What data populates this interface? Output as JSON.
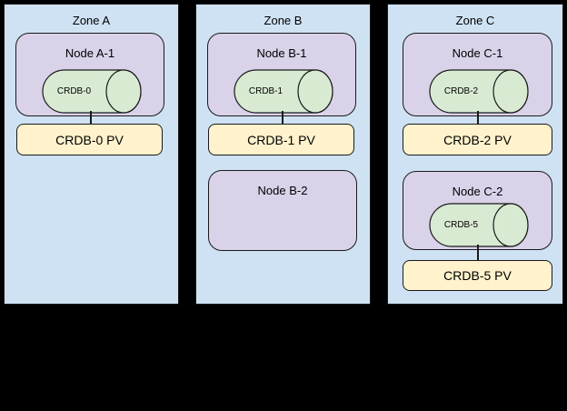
{
  "colors": {
    "background": "#000000",
    "zone_fill": "#cfe2f3",
    "node_fill": "#d9d2e9",
    "cylinder_fill": "#d9ead3",
    "pv_fill": "#fff2cc",
    "border": "#1a1a1a"
  },
  "zones": [
    {
      "label": "Zone A",
      "groups": [
        {
          "node": "Node A-1",
          "cylinder": "CRDB-0",
          "pv": "CRDB-0 PV"
        }
      ]
    },
    {
      "label": "Zone B",
      "groups": [
        {
          "node": "Node B-1",
          "cylinder": "CRDB-1",
          "pv": "CRDB-1 PV"
        },
        {
          "node": "Node B-2"
        }
      ]
    },
    {
      "label": "Zone C",
      "groups": [
        {
          "node": "Node C-1",
          "cylinder": "CRDB-2",
          "pv": "CRDB-2 PV"
        },
        {
          "node": "Node C-2",
          "cylinder": "CRDB-5",
          "pv": "CRDB-5 PV"
        }
      ]
    }
  ]
}
